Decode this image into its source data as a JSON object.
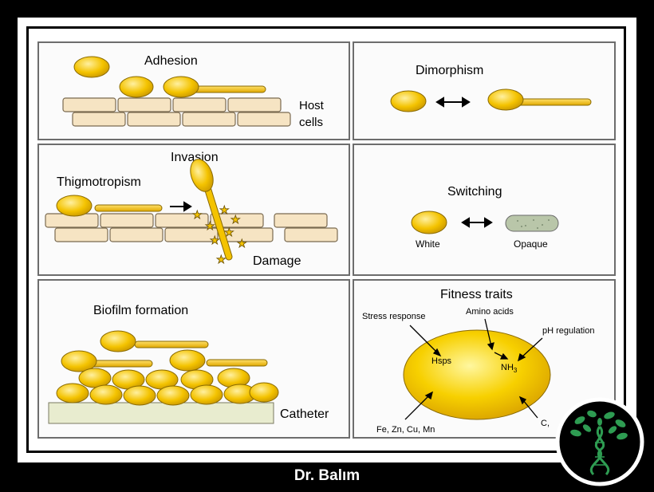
{
  "panels": {
    "adhesion": {
      "title": "Adhesion",
      "host_label_1": "Host",
      "host_label_2": "cells"
    },
    "dimorphism": {
      "title": "Dimorphism"
    },
    "invasion": {
      "title": "Invasion",
      "thigmotropism": "Thigmotropism",
      "damage": "Damage"
    },
    "switching": {
      "title": "Switching",
      "white": "White",
      "opaque": "Opaque"
    },
    "biofilm": {
      "title": "Biofilm formation",
      "catheter": "Catheter"
    },
    "fitness": {
      "title": "Fitness traits",
      "stress": "Stress response",
      "amino": "Amino acids",
      "ph": "pH regulation",
      "hsps": "Hsps",
      "nh": "NH",
      "nh_sub": "3",
      "metals": "Fe, Zn, Cu, Mn",
      "c": "C,"
    }
  },
  "footer": {
    "credit": "Dr. Balım"
  },
  "colors": {
    "yeast_fill": "#f4c300",
    "yeast_stroke": "#8a6a00",
    "cell_fill": "#f6e4c3",
    "catheter_fill": "#e8eccf",
    "opaque_fill": "#b9c6a9",
    "logo_green": "#2e9c52",
    "logo_ring": "#ffffff",
    "logo_bg": "#000000"
  },
  "icons": {
    "logo": "dna-tree-logo-icon"
  }
}
